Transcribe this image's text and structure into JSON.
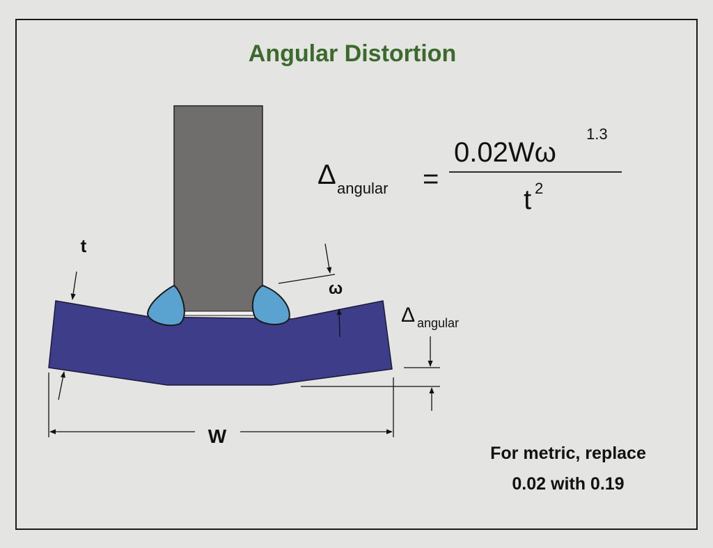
{
  "title": "Angular Distortion",
  "formula": {
    "lhs_symbol": "Δ",
    "lhs_subscript": "angular",
    "equals": "=",
    "numerator": "0.02Wω",
    "numerator_exponent": "1.3",
    "denominator": "t",
    "denominator_exponent": "2"
  },
  "labels": {
    "thickness": "t",
    "weld_size": "ω",
    "delta_symbol": "Δ",
    "delta_subscript": "angular",
    "width": "W"
  },
  "note": {
    "line1": "For metric, replace",
    "line2": "0.02 with 0.19"
  },
  "colors": {
    "title": "#3b6a2c",
    "base_plate": "#3e3d8a",
    "vertical_plate": "#6f6e6c",
    "weld": "#5aa3d0",
    "background": "#e4e4e2"
  }
}
